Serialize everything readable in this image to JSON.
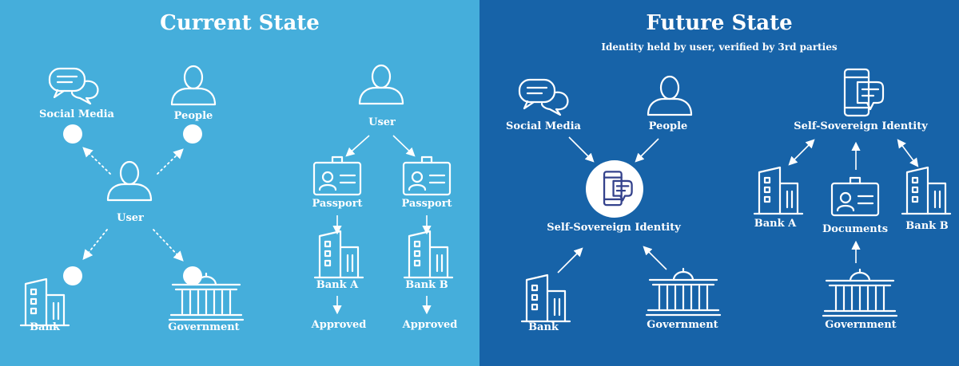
{
  "current": {
    "title": "Current State",
    "social_media": "Social Media",
    "people": "People",
    "user": "User",
    "bank": "Bank",
    "government": "Government",
    "user2": "User",
    "passport_a": "Passport",
    "passport_b": "Passport",
    "bank_a": "Bank A",
    "bank_b": "Bank B",
    "approved_a": "Approved",
    "approved_b": "Approved"
  },
  "future": {
    "title": "Future State",
    "subtitle": "Identity held by user, verified by 3rd parties",
    "social_media": "Social Media",
    "people": "People",
    "ssi_center": "Self-Sovereign Identity",
    "bank": "Bank",
    "government": "Government",
    "ssi_top": "Self-Sovereign Identity",
    "bank_a": "Bank A",
    "documents": "Documents",
    "bank_b": "Bank B",
    "government2": "Government"
  },
  "colors": {
    "current_bg": "#45aedb",
    "future_bg": "#1763a8",
    "foreground": "#ffffff",
    "badge_icon": "#34428c"
  }
}
